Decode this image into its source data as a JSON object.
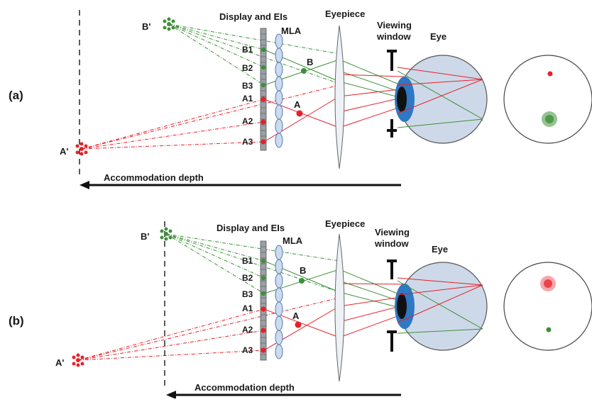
{
  "panels": [
    {
      "id": "a",
      "tag": "(a)",
      "title_display": "Display and EIs",
      "title_mla": "MLA",
      "title_eyepiece": "Eyepiece",
      "title_viewing": [
        "Viewing",
        "window"
      ],
      "title_eye": "Eye",
      "b_labels": [
        "B1",
        "B2",
        "B3"
      ],
      "a_labels": [
        "A1",
        "A2",
        "A3"
      ],
      "point_a": "A",
      "point_b": "B",
      "image_a": "A'",
      "image_b": "B'",
      "depth_label": "Accommodation depth"
    },
    {
      "id": "b",
      "tag": "(b)",
      "title_display": "Display and EIs",
      "title_mla": "MLA",
      "title_eyepiece": "Eyepiece",
      "title_viewing": [
        "Viewing",
        "window"
      ],
      "title_eye": "Eye",
      "b_labels": [
        "B1",
        "B2",
        "B3"
      ],
      "a_labels": [
        "A1",
        "A2",
        "A3"
      ],
      "point_a": "A",
      "point_b": "B",
      "image_a": "A'",
      "image_b": "B'",
      "depth_label": "Accommodation depth"
    }
  ],
  "colors": {
    "red": "#e8202a",
    "green": "#3f8f3a",
    "eye_fill": "#cdd9e8",
    "iris": "#2e78c4",
    "lens_fill": "#ccdcf0"
  }
}
